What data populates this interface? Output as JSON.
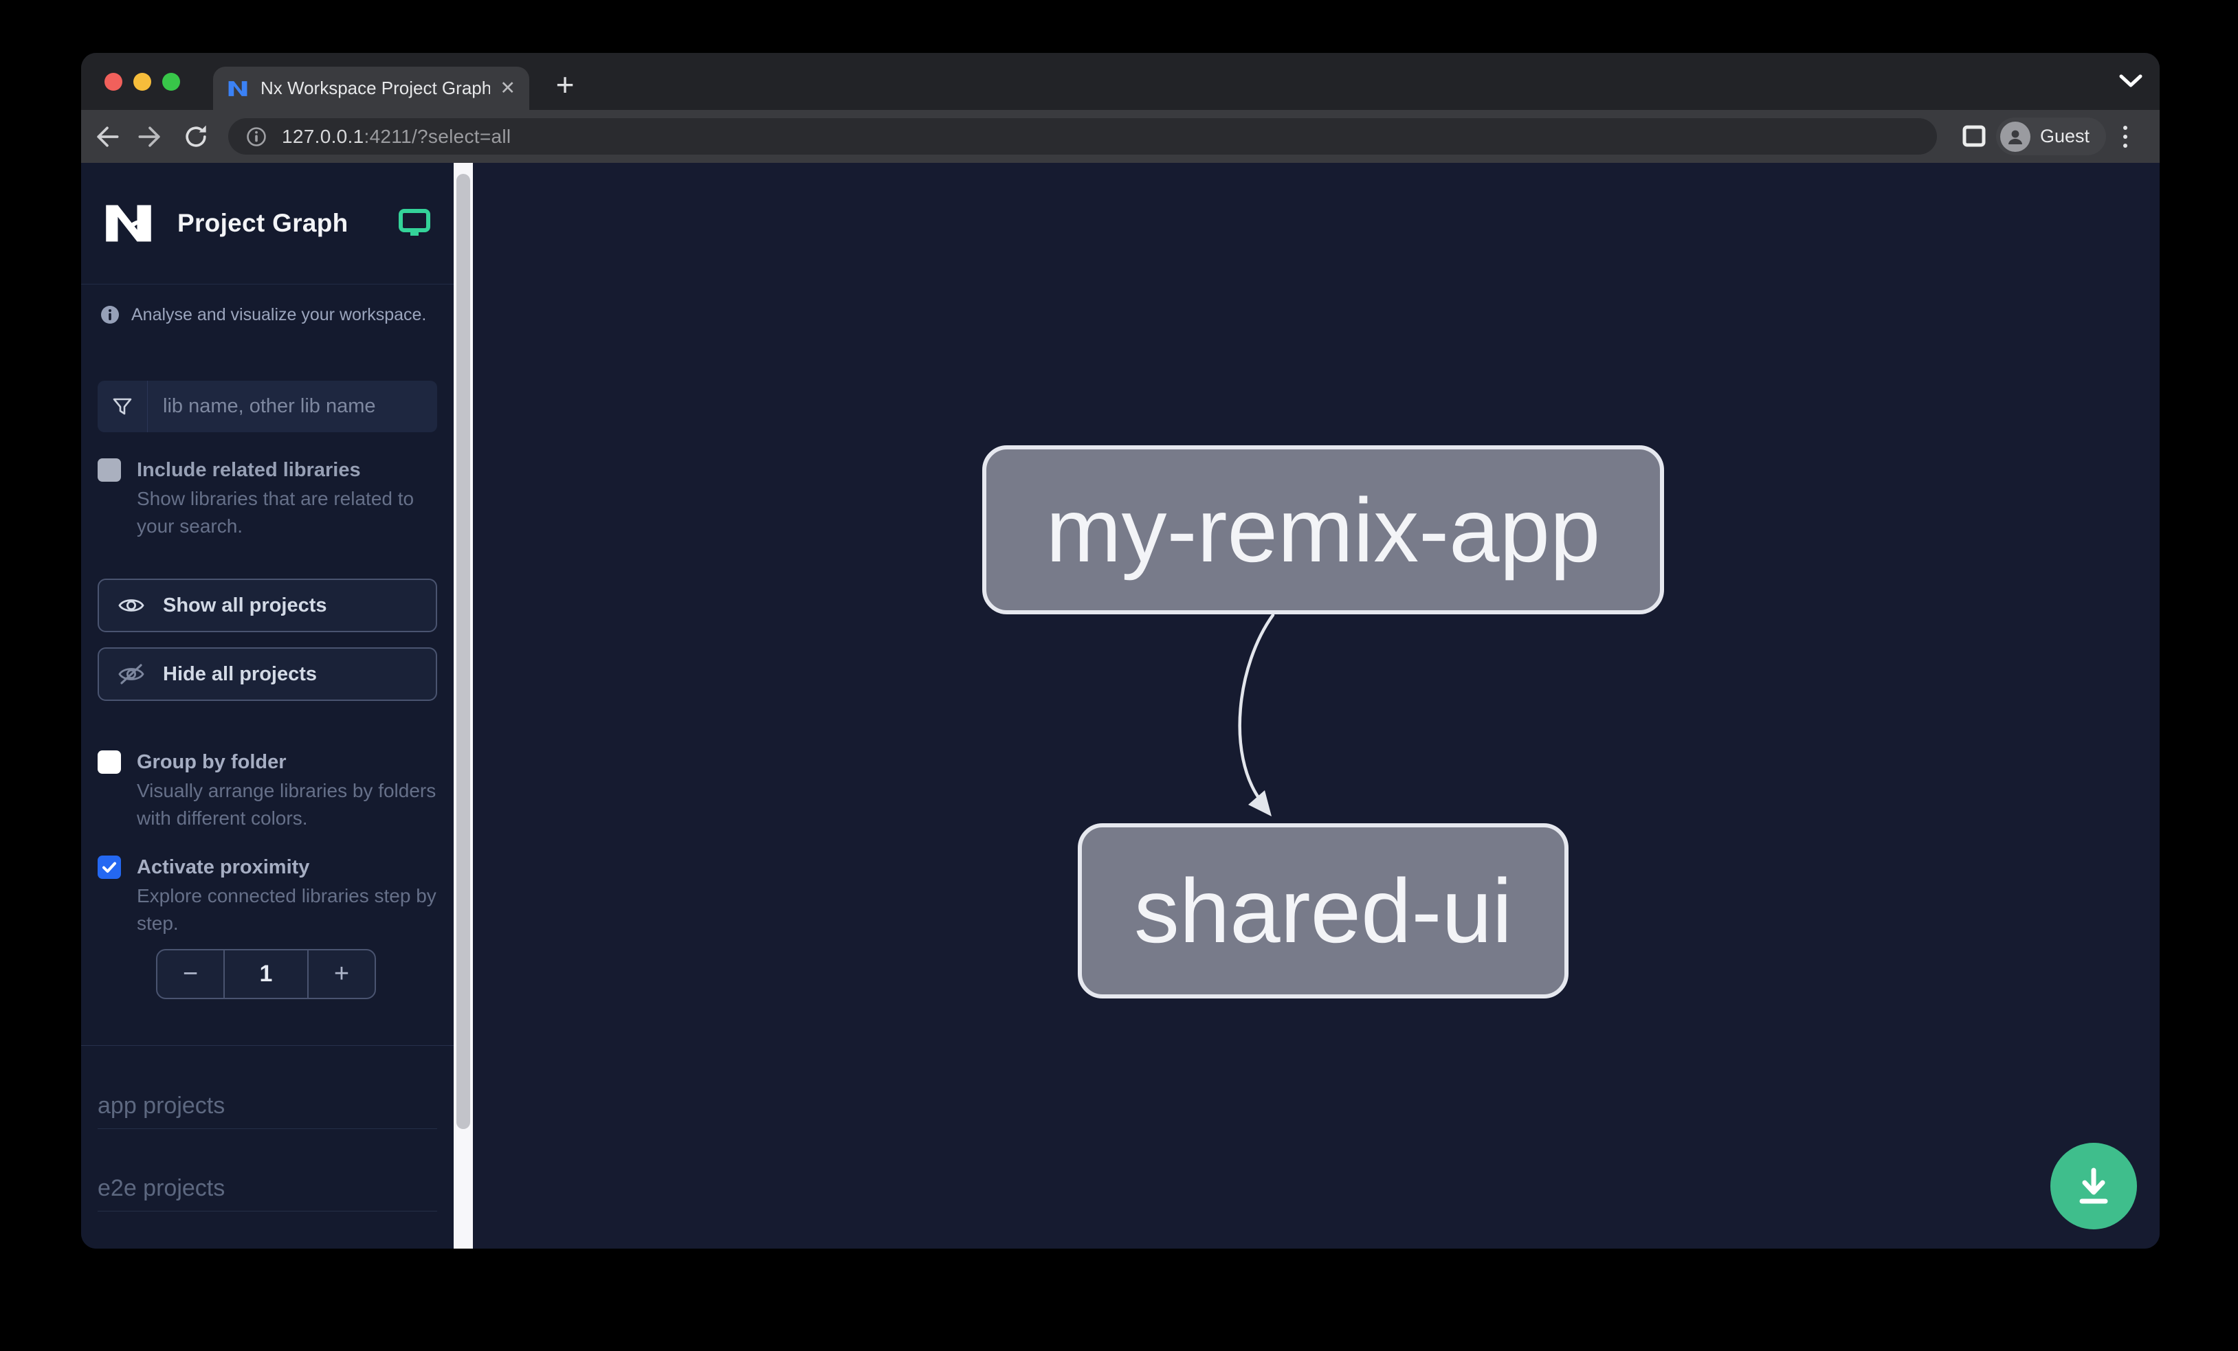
{
  "browser": {
    "tab": {
      "title": "Nx Workspace Project Graph",
      "close_glyph": "✕"
    },
    "new_tab_glyph": "+",
    "url": {
      "host": "127.0.0.1",
      "suffix": ":4211/?select=all"
    },
    "profile_label": "Guest"
  },
  "sidebar": {
    "title": "Project Graph",
    "tagline": "Analyse and visualize your workspace.",
    "filter": {
      "placeholder": "lib name, other lib name"
    },
    "options": [
      {
        "label": "Include related libraries",
        "description": "Show libraries that are related to your search.",
        "checked": false,
        "disabled": true
      },
      {
        "label": "Group by folder",
        "description": "Visually arrange libraries by folders with different colors.",
        "checked": false
      },
      {
        "label": "Activate proximity",
        "description": "Explore connected libraries step by step.",
        "checked": true
      }
    ],
    "buttons": {
      "show_all": "Show all projects",
      "hide_all": "Hide all projects"
    },
    "stepper": {
      "decrement": "−",
      "value": "1",
      "increment": "+"
    },
    "sections": [
      {
        "label": "app projects"
      },
      {
        "label": "e2e projects"
      }
    ]
  },
  "graph": {
    "nodes": [
      {
        "label": "my-remix-app"
      },
      {
        "label": "shared-ui"
      }
    ],
    "edges": [
      {
        "source": "my-remix-app",
        "target": "shared-ui"
      }
    ]
  },
  "colors": {
    "checkbox_accent": "#2468f2",
    "fab": "#3fbe8c",
    "monitor_icon": "#34d399",
    "node_fill": "#787b8a",
    "node_border": "#e6e8ef",
    "canvas_bg": "#161b30",
    "sidebar_bg": "#141a2e"
  }
}
